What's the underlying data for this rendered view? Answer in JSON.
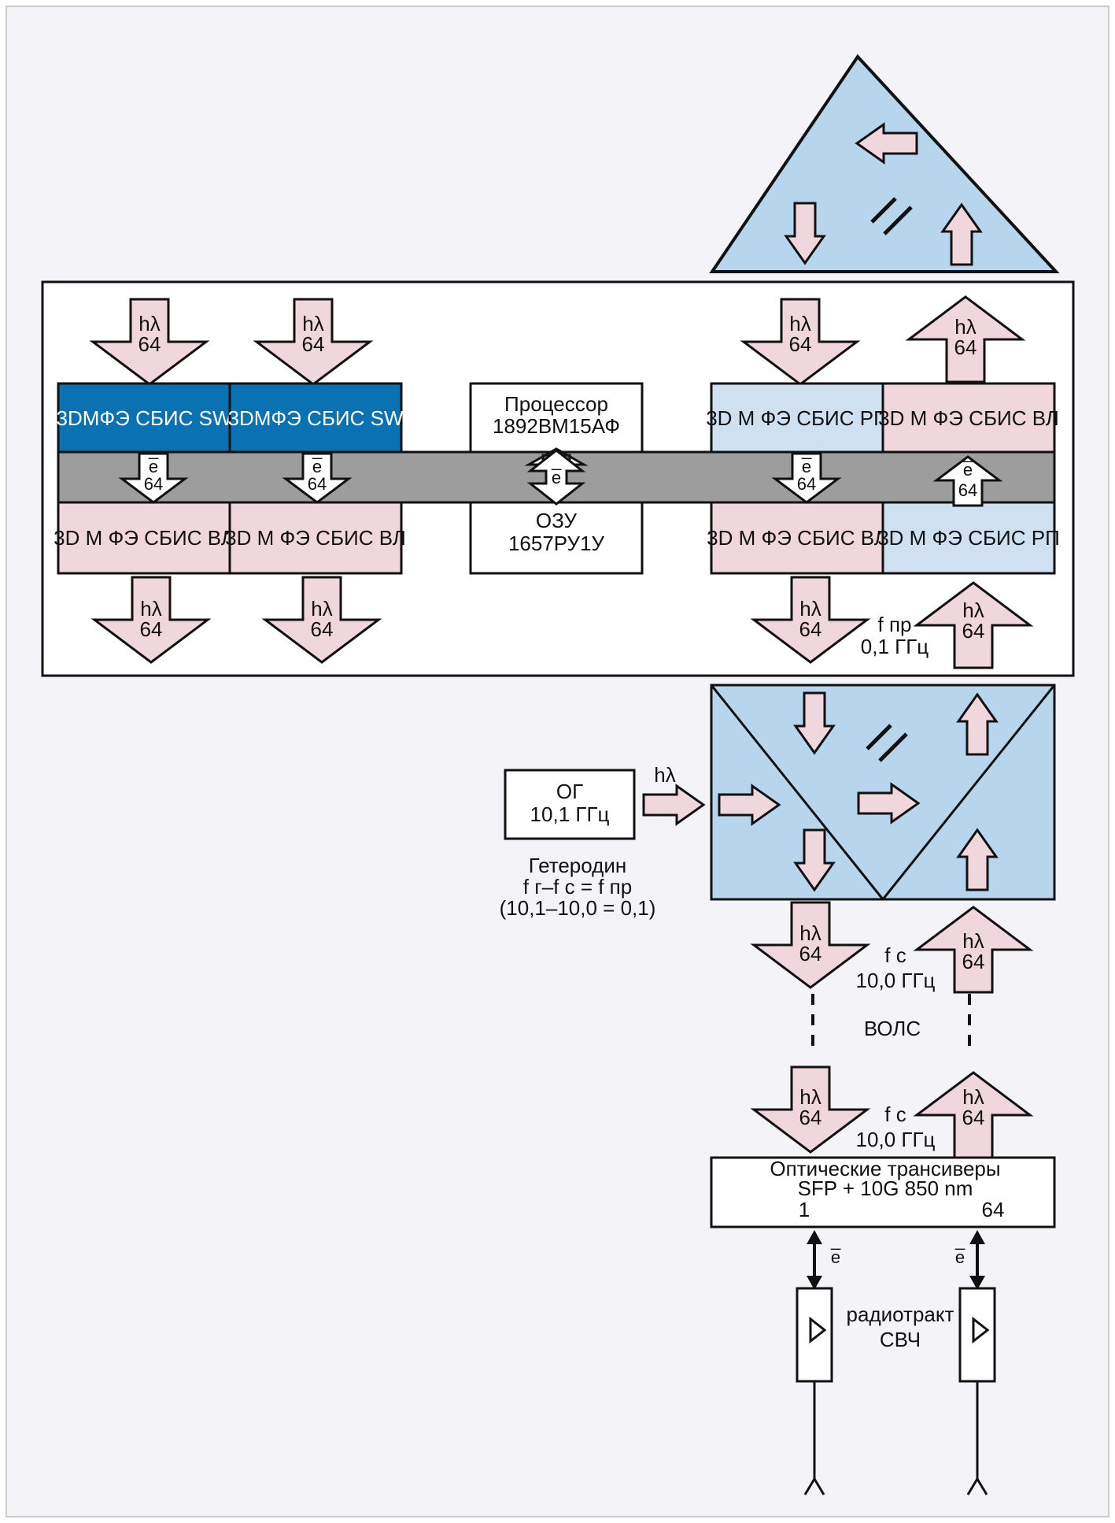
{
  "colors": {
    "page_bg": "#f3f3f8",
    "panel_bg": "#ffffff",
    "sw_blue": "#0a72b2",
    "light_blue": "#cfe0f1",
    "pink": "#f0d6dd",
    "bus_gray": "#9d9d9d",
    "prism_blue": "#b7d6ee",
    "outline": "#111111"
  },
  "labels": {
    "h_lambda": "hλ",
    "n64": "64",
    "e_bar": "e̅"
  },
  "chips": {
    "sw1": "3DMФЭ СБИС SW",
    "sw2": "3DMФЭ СБИС SW",
    "vl1": "3D M ФЭ СБИС ВЛ",
    "vl2": "3D M ФЭ СБИС ВЛ",
    "rp_top": "3D M ФЭ СБИС РП",
    "vl_top": "3D M ФЭ СБИС ВЛ",
    "vl_bottom": "3D M ФЭ СБИС ВЛ",
    "rp_bottom": "3D M ФЭ СБИС РП"
  },
  "processor": {
    "line1": "Процессор",
    "line2": "1892ВМ15АФ"
  },
  "ram": {
    "line1": "ОЗУ",
    "line2": "1657РУ1У"
  },
  "if_freq": {
    "line1": "f пр",
    "line2": "0,1 ГГц"
  },
  "oscillator": {
    "line1": "ОГ",
    "line2": "10,1 ГГц"
  },
  "heterodyne": {
    "line1": "Гетеродин",
    "line2": "f г–f с = f пр",
    "line3": "(10,1–10,0 = 0,1)"
  },
  "signal_freq_upper": {
    "line1": "f с",
    "line2": "10,0 ГГц"
  },
  "signal_freq_lower": {
    "line1": "f с",
    "line2": "10,0 ГГц"
  },
  "fiber_link": "ВОЛС",
  "transceivers": {
    "line1": "Оптические трансиверы",
    "line2": "SFP + 10G 850 nm",
    "port_first": "1",
    "port_last": "64"
  },
  "radio_path": {
    "line1": "радиотракт",
    "line2": "СВЧ"
  }
}
